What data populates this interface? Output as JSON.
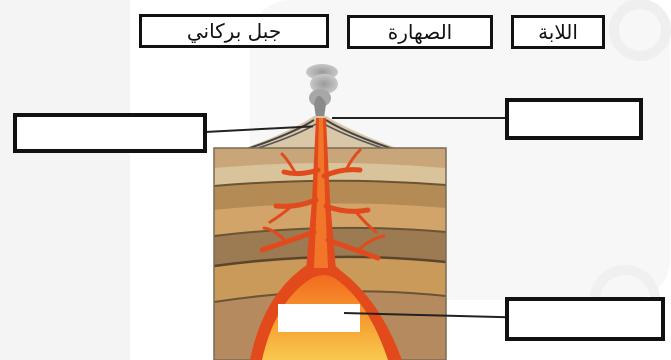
{
  "word_bank": {
    "items": [
      {
        "id": "lava",
        "label": "اللابة"
      },
      {
        "id": "magma",
        "label": "الصهارة"
      },
      {
        "id": "volcano",
        "label": "جبل بركاني"
      }
    ]
  },
  "answer_boxes": [
    {
      "id": "top-left",
      "value": ""
    },
    {
      "id": "top-right",
      "value": ""
    },
    {
      "id": "bottom-right",
      "value": ""
    }
  ],
  "colors": {
    "outline": "#111111",
    "magma": "#e0451b",
    "lava_bright": "#f58a2a",
    "chamber": "#f6c04a",
    "smoke": "#8f8f8f",
    "watermark": "#eeeeee"
  }
}
